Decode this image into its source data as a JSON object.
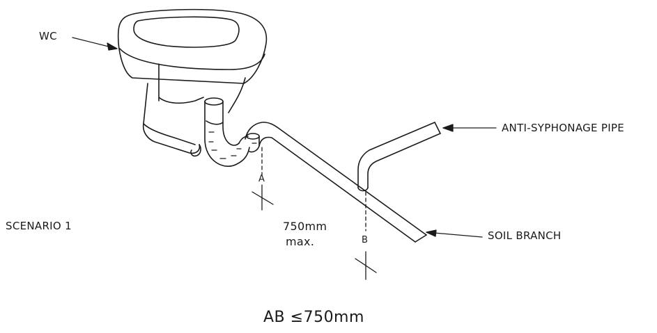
{
  "labels": {
    "wc": "WC",
    "anti_syphonage_pipe": "ANTI-SYPHONAGE PIPE",
    "soil_branch": "SOIL BRANCH",
    "scenario": "SCENARIO 1",
    "point_a": "A",
    "point_b": "B",
    "distance_value": "750mm",
    "distance_qualifier": "max.",
    "formula": "AB ≤750mm"
  },
  "colors": {
    "line": "#1a1a1a",
    "background": "#ffffff"
  }
}
